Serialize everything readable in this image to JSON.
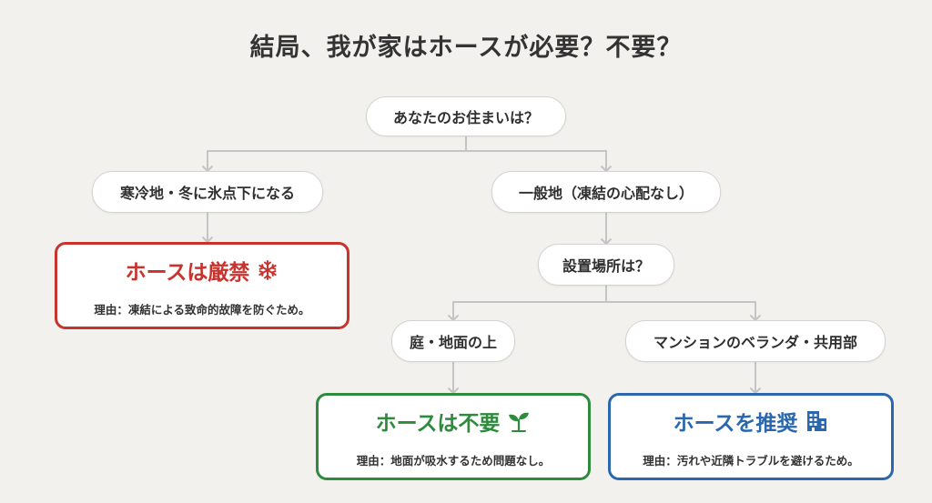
{
  "title": "結局、我が家はホースが必要？不要？",
  "nodes": {
    "q_residence": "あなたのお住まいは？",
    "cold": "寒冷地・冬に氷点下になる",
    "general": "一般地（凍結の心配なし）",
    "q_location": "設置場所は？",
    "garden": "庭・地面の上",
    "apartment": "マンションのベランダ・共用部"
  },
  "results": {
    "banned": {
      "heading": "ホースは厳禁",
      "reason": "理由：凍結による致命的故障を防ぐため。",
      "color": "#c8332e",
      "icon": "snowflake-icon"
    },
    "unneeded": {
      "heading": "ホースは不要",
      "reason": "理由：地面が吸水するため問題なし。",
      "color": "#2e8b3d",
      "icon": "sprout-icon"
    },
    "recommended": {
      "heading": "ホースを推奨",
      "reason": "理由：汚れや近隣トラブルを避けるため。",
      "color": "#2a67ad",
      "icon": "building-icon"
    }
  },
  "colors": {
    "connector": "#c4c4c4",
    "background": "#f2f1ee"
  }
}
